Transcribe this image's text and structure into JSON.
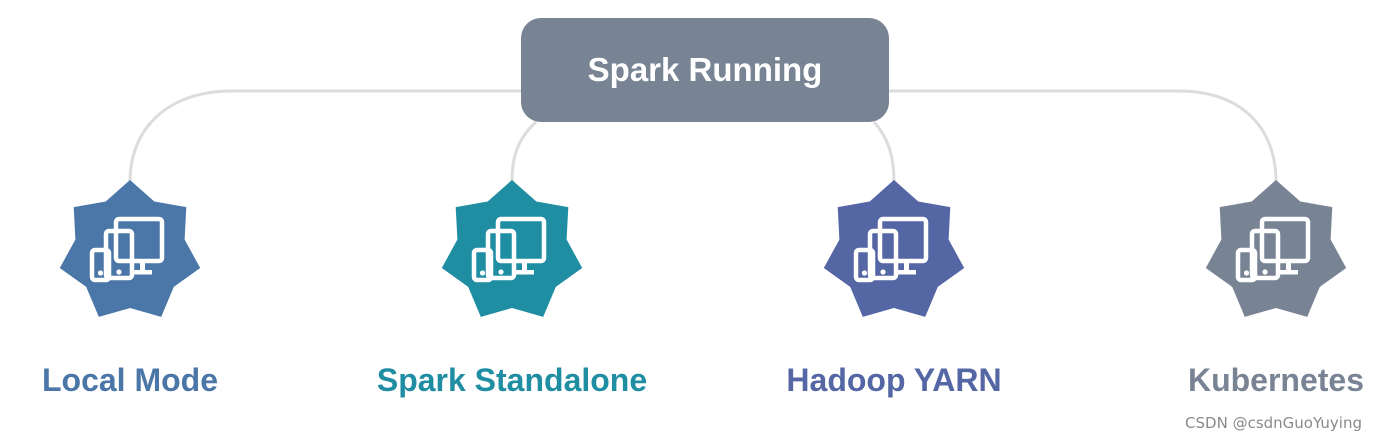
{
  "root": {
    "label": "Spark Running",
    "color": "#788394"
  },
  "modes": [
    {
      "label": "Local Mode",
      "color": "#4a76a8",
      "icon": "devices-icon"
    },
    {
      "label": "Spark Standalone",
      "color": "#1f8ea3",
      "icon": "devices-icon"
    },
    {
      "label": "Hadoop YARN",
      "color": "#5466a4",
      "icon": "devices-icon"
    },
    {
      "label": "Kubernetes",
      "color": "#788394",
      "icon": "devices-icon"
    }
  ],
  "connector_color": "#dcdcdc",
  "watermark": "CSDN @csdnGuoYuying"
}
